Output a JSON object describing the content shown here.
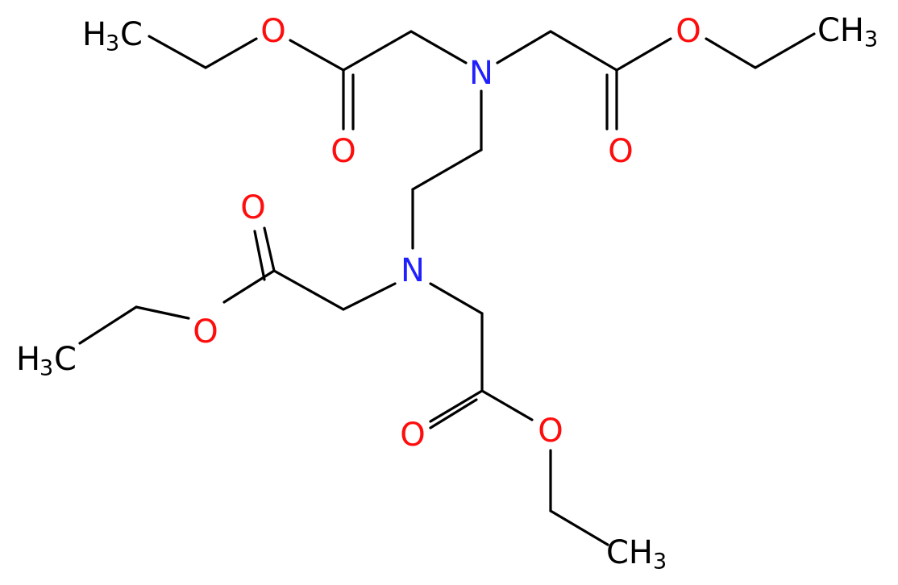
{
  "molecule": {
    "colors": {
      "carbon_bond": "#000000",
      "oxygen": "#ff0d0d",
      "nitrogen": "#2020ff",
      "methyl": "#000000"
    },
    "labels": {
      "n1": "N",
      "n2": "N",
      "o_carbonyl_1": "O",
      "o_carbonyl_2": "O",
      "o_carbonyl_3": "O",
      "o_carbonyl_4": "O",
      "o_ester_1": "O",
      "o_ester_2": "O",
      "o_ester_3": "O",
      "o_ester_4": "O",
      "methyl_symbol": "H",
      "methyl_subscript": "3",
      "methyl_c": "C",
      "methyl_suffix_symbol": "CH",
      "methyl_suffix_subscript": "3"
    }
  }
}
